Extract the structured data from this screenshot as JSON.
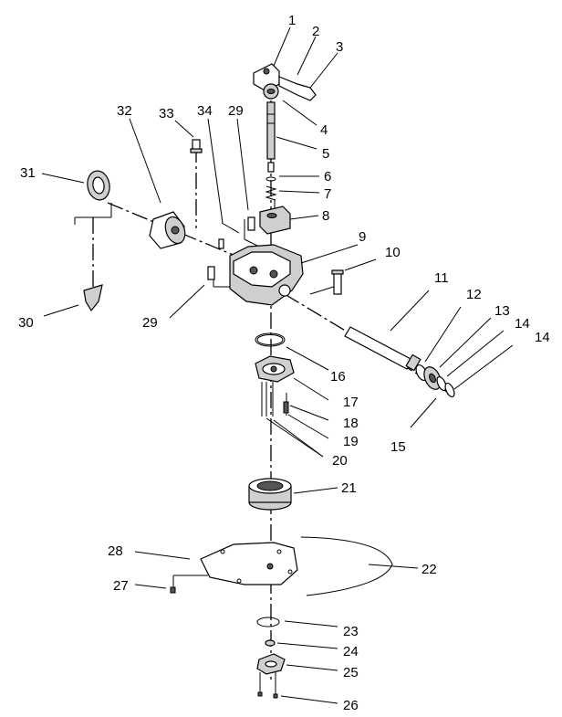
{
  "callouts": [
    "1",
    "2",
    "3",
    "4",
    "5",
    "6",
    "7",
    "8",
    "9",
    "10",
    "11",
    "12",
    "13",
    "14",
    "14",
    "15",
    "16",
    "17",
    "18",
    "19",
    "20",
    "21",
    "22",
    "23",
    "24",
    "25",
    "26",
    "27",
    "28",
    "29",
    "29",
    "30",
    "31",
    "32",
    "33",
    "34"
  ]
}
